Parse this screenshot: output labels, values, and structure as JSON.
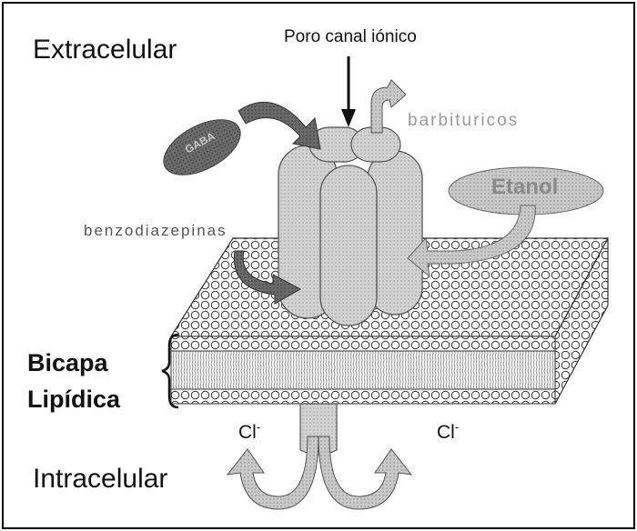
{
  "labels": {
    "extracelular": "Extracelular",
    "intracelular": "Intracelular",
    "poro": "Poro canal iónico",
    "barbituricos": "barbituricos",
    "etanol": "Etanol",
    "benzodiazepinas": "benzodiazepinas",
    "gaba": "GABA",
    "bicapa": "Bicapa",
    "lipidica": "Lipídica",
    "cl_left": "Cl",
    "cl_right": "Cl",
    "cl_charge": "-"
  },
  "icons": {
    "brace": "curly-brace",
    "arrow": "curved-arrow"
  },
  "colors": {
    "frame": "#000000",
    "membrane_fill": "#ffffff",
    "membrane_stroke": "#3c3c3c",
    "subunit_fill": "#d7d7d7",
    "gaba_fill": "#6f6f6f",
    "etanol_fill": "#c8c8c8",
    "arrow_dark": "#6d6d6d",
    "arrow_light": "#b5b5b5"
  }
}
